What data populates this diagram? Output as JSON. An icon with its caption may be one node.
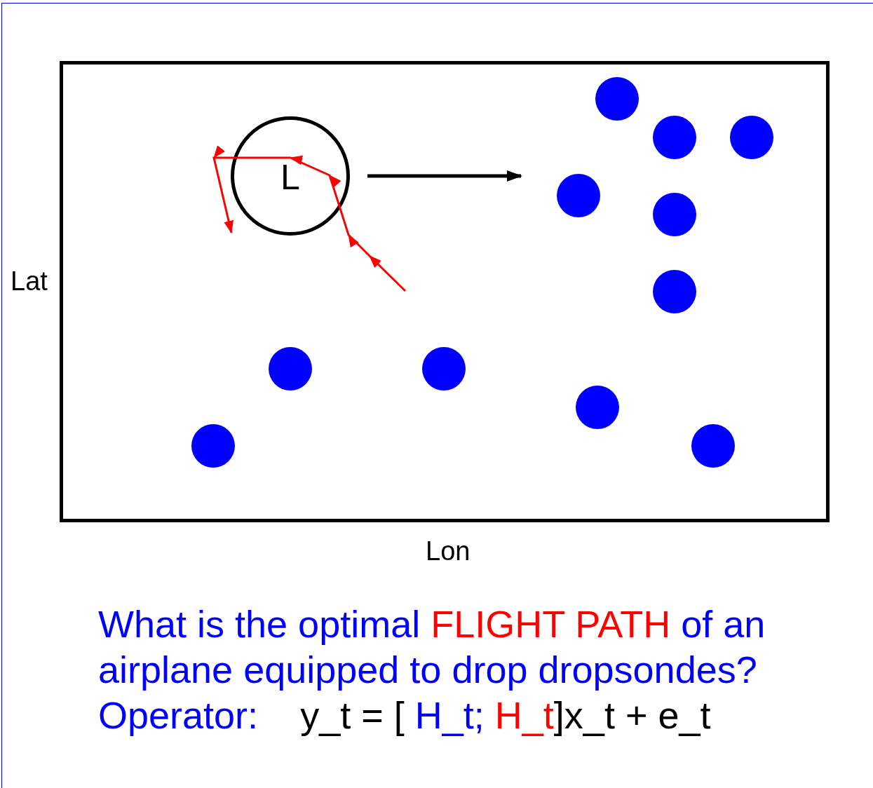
{
  "diagram": {
    "nodes": [
      {
        "text": [],
        "shape": "box"
      },
      {
        "text": [
          "L"
        ],
        "in": 0
      },
      {
        "text": [],
        "shape": "circle",
        "in": 0
      },
      {
        "text": [],
        "shape": "circle",
        "in": 0
      },
      {
        "text": [],
        "shape": "circle",
        "in": 0
      },
      {
        "text": [],
        "shape": "circle",
        "in": 0
      },
      {
        "text": [],
        "shape": "circle",
        "in": 0
      },
      {
        "text": [],
        "shape": "circle",
        "in": 0
      },
      {
        "text": [],
        "shape": "circle",
        "in": 0
      },
      {
        "text": [],
        "shape": "circle",
        "in": 0
      },
      {
        "text": [],
        "shape": "circle",
        "in": 0
      },
      {
        "text": [],
        "shape": "circle",
        "in": 0
      },
      {
        "text": [],
        "shape": "circle",
        "in": 0
      }
    ],
    "labels": [
      "Lat",
      "Lon",
      "What is the optimal",
      "FLIGHT PATH",
      "of an airplane equipped to drop dropsondes?",
      "Operator:",
      "y_t = [",
      "H_t;",
      "H_t",
      "]x_t + e_t"
    ]
  }
}
